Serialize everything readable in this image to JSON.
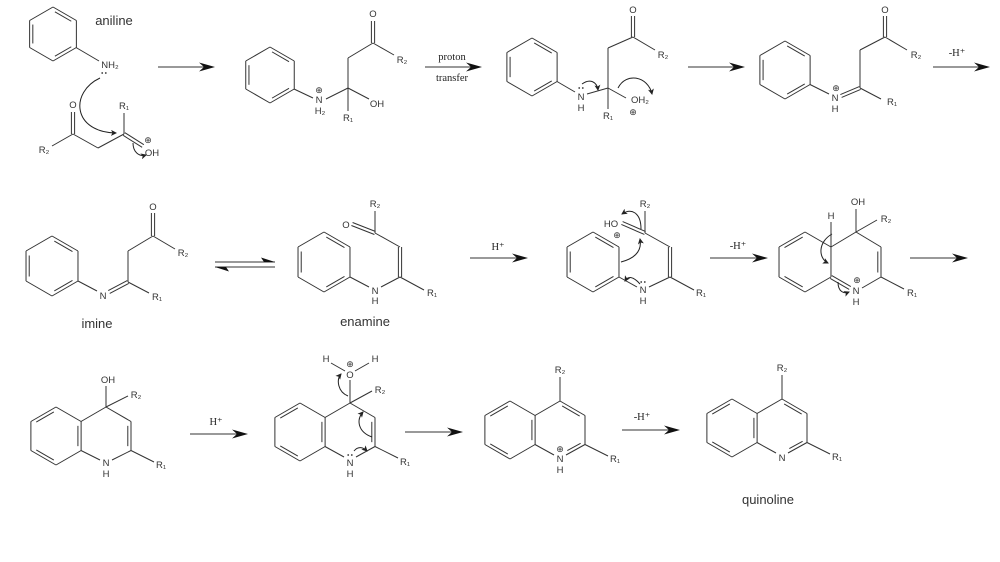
{
  "names": {
    "aniline": "aniline",
    "imine": "imine",
    "enamine": "enamine",
    "quinoline": "quinoline"
  },
  "arrow_labels": {
    "proton": "proton",
    "transfer": "transfer",
    "minus_h_plus": "-H⁺",
    "h_plus": "H⁺"
  },
  "atoms": {
    "nh2": "NH₂",
    "n": "N",
    "h": "H",
    "h2": "H₂",
    "o": "O",
    "oh": "OH",
    "ho": "HO",
    "oh2": "OH₂",
    "r1": "R₁",
    "r2": "R₂",
    "plus": "⊕"
  },
  "colors": {
    "ink": "#333333",
    "background": "#ffffff"
  }
}
